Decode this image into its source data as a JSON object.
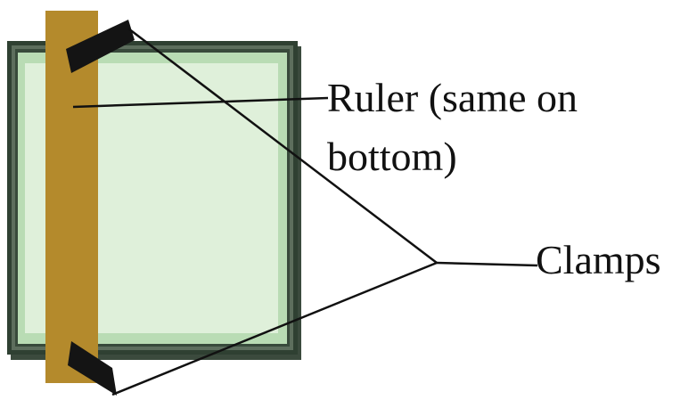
{
  "labels": {
    "ruler_line1": "Ruler (same on",
    "ruler_line2": "bottom)",
    "clamps": "Clamps"
  },
  "colors": {
    "frame_outer": "#2f4032",
    "frame_mid": "#5d6e5d",
    "glass_border": "#b9dcb4",
    "glass_fill": "#dff0da",
    "ruler": "#b48a2c",
    "clamp": "#141414",
    "leader_line": "#111111"
  }
}
